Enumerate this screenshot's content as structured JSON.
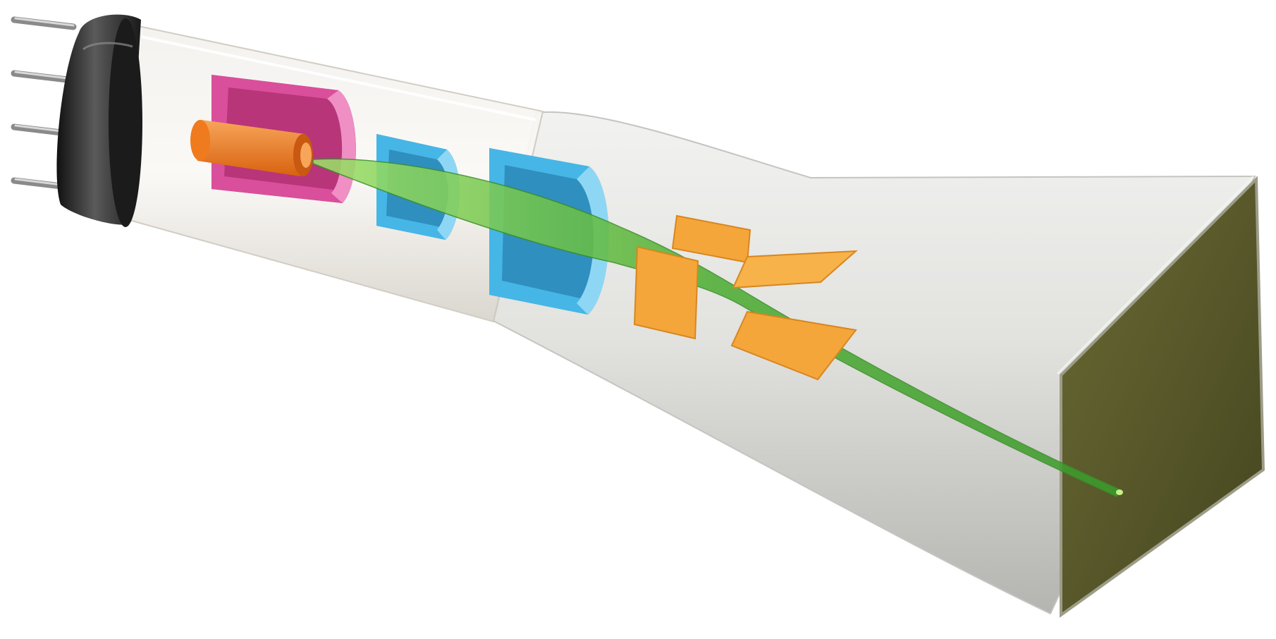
{
  "figure": {
    "subject": "cathode-ray-tube-cutaway",
    "background_color": "#ffffff",
    "components": [
      {
        "name": "connector-pins",
        "color": "#8a8a8a",
        "count": 4
      },
      {
        "name": "base-cap",
        "color": "#2a2a2a"
      },
      {
        "name": "glass-neck",
        "color": "#ece9e4"
      },
      {
        "name": "heated-cathode",
        "color": "#f07a1e"
      },
      {
        "name": "control-grid",
        "color": "#d94f9b"
      },
      {
        "name": "focusing-anode-1",
        "color": "#46b6e6"
      },
      {
        "name": "focusing-anode-2",
        "color": "#46b6e6"
      },
      {
        "name": "deflection-plates",
        "color": "#f5a63a",
        "count": 4
      },
      {
        "name": "electron-beam",
        "color": "#5db33c"
      },
      {
        "name": "funnel-envelope",
        "color": "#d9d9d6"
      },
      {
        "name": "phosphor-screen",
        "color": "#5b5b2c"
      }
    ]
  }
}
